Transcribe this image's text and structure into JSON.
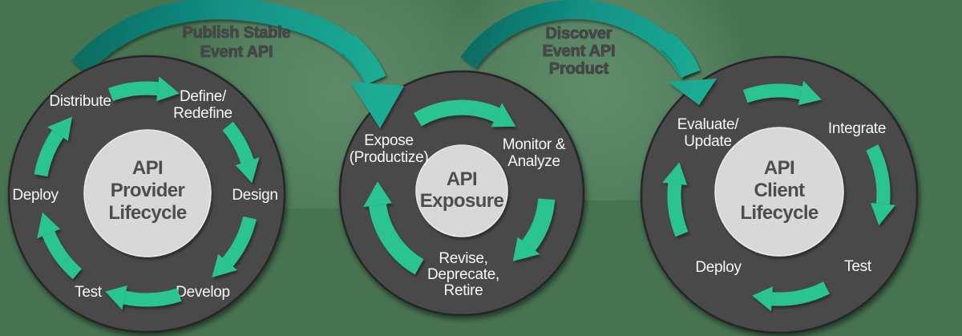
{
  "diagram": {
    "title": "Event API lifecycle diagram",
    "flows": [
      {
        "id": "publish",
        "label_lines": [
          "Publish Stable",
          "Event API"
        ]
      },
      {
        "id": "discover",
        "label_lines": [
          "Discover",
          "Event API",
          "Product"
        ]
      }
    ],
    "cycles": [
      {
        "id": "provider",
        "hub_lines": [
          "API",
          "Provider",
          "Lifecycle"
        ],
        "steps": [
          [
            "Distribute"
          ],
          [
            "Define/",
            "Redefine"
          ],
          [
            "Design"
          ],
          [
            "Develop"
          ],
          [
            "Test"
          ],
          [
            "Deploy"
          ]
        ]
      },
      {
        "id": "exposure",
        "hub_lines": [
          "API",
          "Exposure"
        ],
        "steps": [
          [
            "Expose",
            "(Productize)"
          ],
          [
            "Monitor &",
            "Analyze"
          ],
          [
            "Revise,",
            "Deprecate,",
            "Retire"
          ]
        ]
      },
      {
        "id": "client",
        "hub_lines": [
          "API",
          "Client",
          "Lifecycle"
        ],
        "steps": [
          [
            "Evaluate/",
            "Update"
          ],
          [
            "Integrate"
          ],
          [
            "Test"
          ],
          [
            "Deploy"
          ]
        ]
      }
    ]
  },
  "colors": {
    "background": "#477351",
    "halo": "#b8e6c8",
    "circle_fill": "#4a4a4a",
    "circle_edge": "#262626",
    "hub_fill": "#d8d8d8",
    "hub_edge": "#e9e9e9",
    "hub_text": "#4d4d4d",
    "step_text": "#f7f7f7",
    "small_arrow": "#2bc492",
    "flow_dark": "#0d6e64",
    "flow_mid": "#139488",
    "flow_bright": "#1bac94",
    "flow_label_text": "#474747"
  }
}
